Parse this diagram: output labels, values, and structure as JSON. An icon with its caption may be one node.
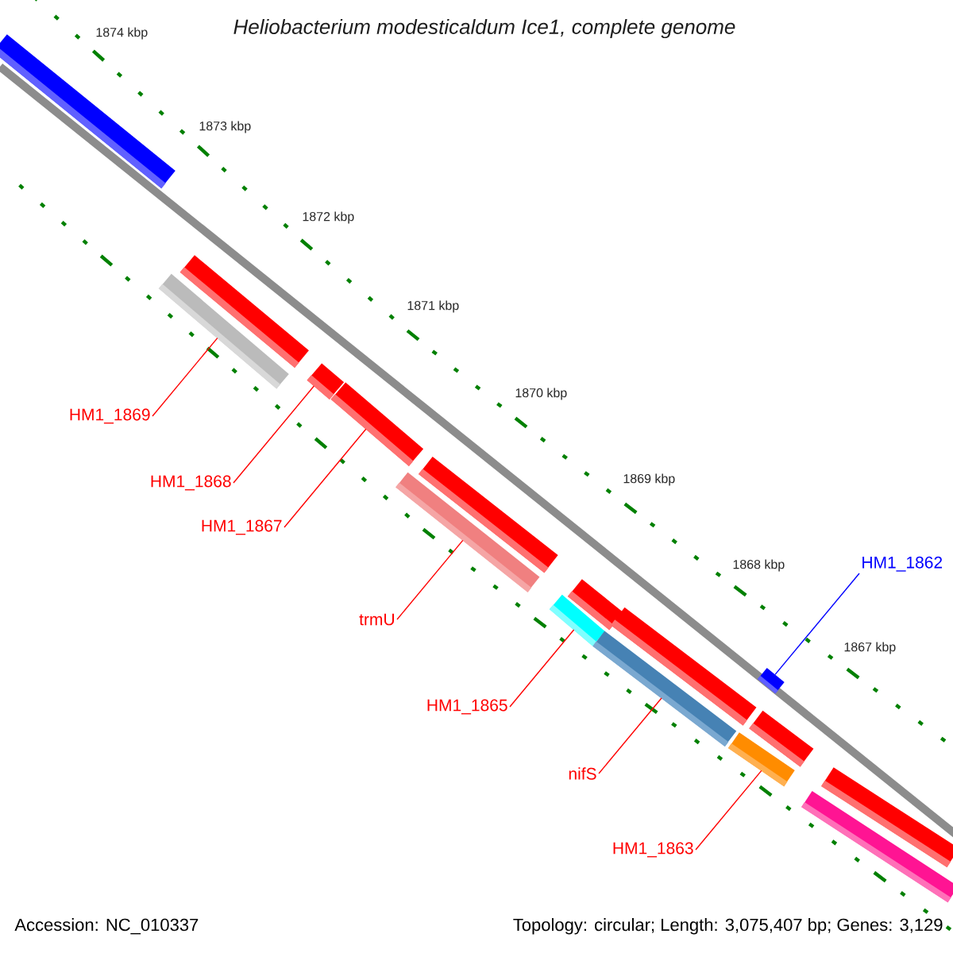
{
  "diagram": {
    "title": "Heliobacterium modesticaldum Ice1, complete genome",
    "nodes": [
      {
        "text": [],
        "shape": "bar"
      },
      {
        "text": [],
        "shape": "bar"
      },
      {
        "text": [],
        "shape": "bar"
      },
      {
        "text": [],
        "shape": "bar"
      },
      {
        "text": [],
        "shape": "bar"
      },
      {
        "text": [],
        "shape": "bar"
      },
      {
        "text": [],
        "shape": "bar"
      },
      {
        "text": [],
        "shape": "bar"
      },
      {
        "text": [],
        "shape": "bar"
      },
      {
        "text": [],
        "shape": "bar"
      },
      {
        "text": [],
        "shape": "bar"
      },
      {
        "text": [],
        "shape": "bar"
      },
      {
        "text": [],
        "shape": "bar"
      },
      {
        "text": [],
        "shape": "bar"
      },
      {
        "text": [],
        "shape": "bar"
      },
      {
        "text": [],
        "shape": "bar"
      },
      {
        "text": [
          "HM1_1862"
        ]
      },
      {
        "text": [
          "HM1_1869"
        ]
      },
      {
        "text": [
          "HM1_1868"
        ]
      },
      {
        "text": [
          "HM1_1867"
        ]
      },
      {
        "text": [
          "trmU"
        ]
      },
      {
        "text": [
          "HM1_1865"
        ]
      },
      {
        "text": [
          "nifS"
        ]
      },
      {
        "text": [
          "HM1_1863"
        ]
      }
    ],
    "edges": [
      {
        "from": 16,
        "to": 11,
        "arrow": "none",
        "color": "#0000ff"
      },
      {
        "from": 17,
        "to": 1,
        "arrow": "none"
      },
      {
        "from": 18,
        "to": 3,
        "arrow": "none"
      },
      {
        "from": 19,
        "to": 4,
        "arrow": "none"
      },
      {
        "from": 20,
        "to": 6,
        "arrow": "none"
      },
      {
        "from": 21,
        "to": 8,
        "arrow": "none"
      },
      {
        "from": 22,
        "to": 10,
        "arrow": "none"
      },
      {
        "from": 23,
        "to": 13,
        "arrow": "none"
      }
    ],
    "labels": [
      "1874 kbp",
      "1873 kbp",
      "1872 kbp",
      "1871 kbp",
      "1870 kbp",
      "1869 kbp",
      "1868 kbp",
      "1867 kbp",
      "Accession: NC_010337",
      "Topology: circular; Length: 3,075,407 bp; Genes: 3,129"
    ]
  }
}
